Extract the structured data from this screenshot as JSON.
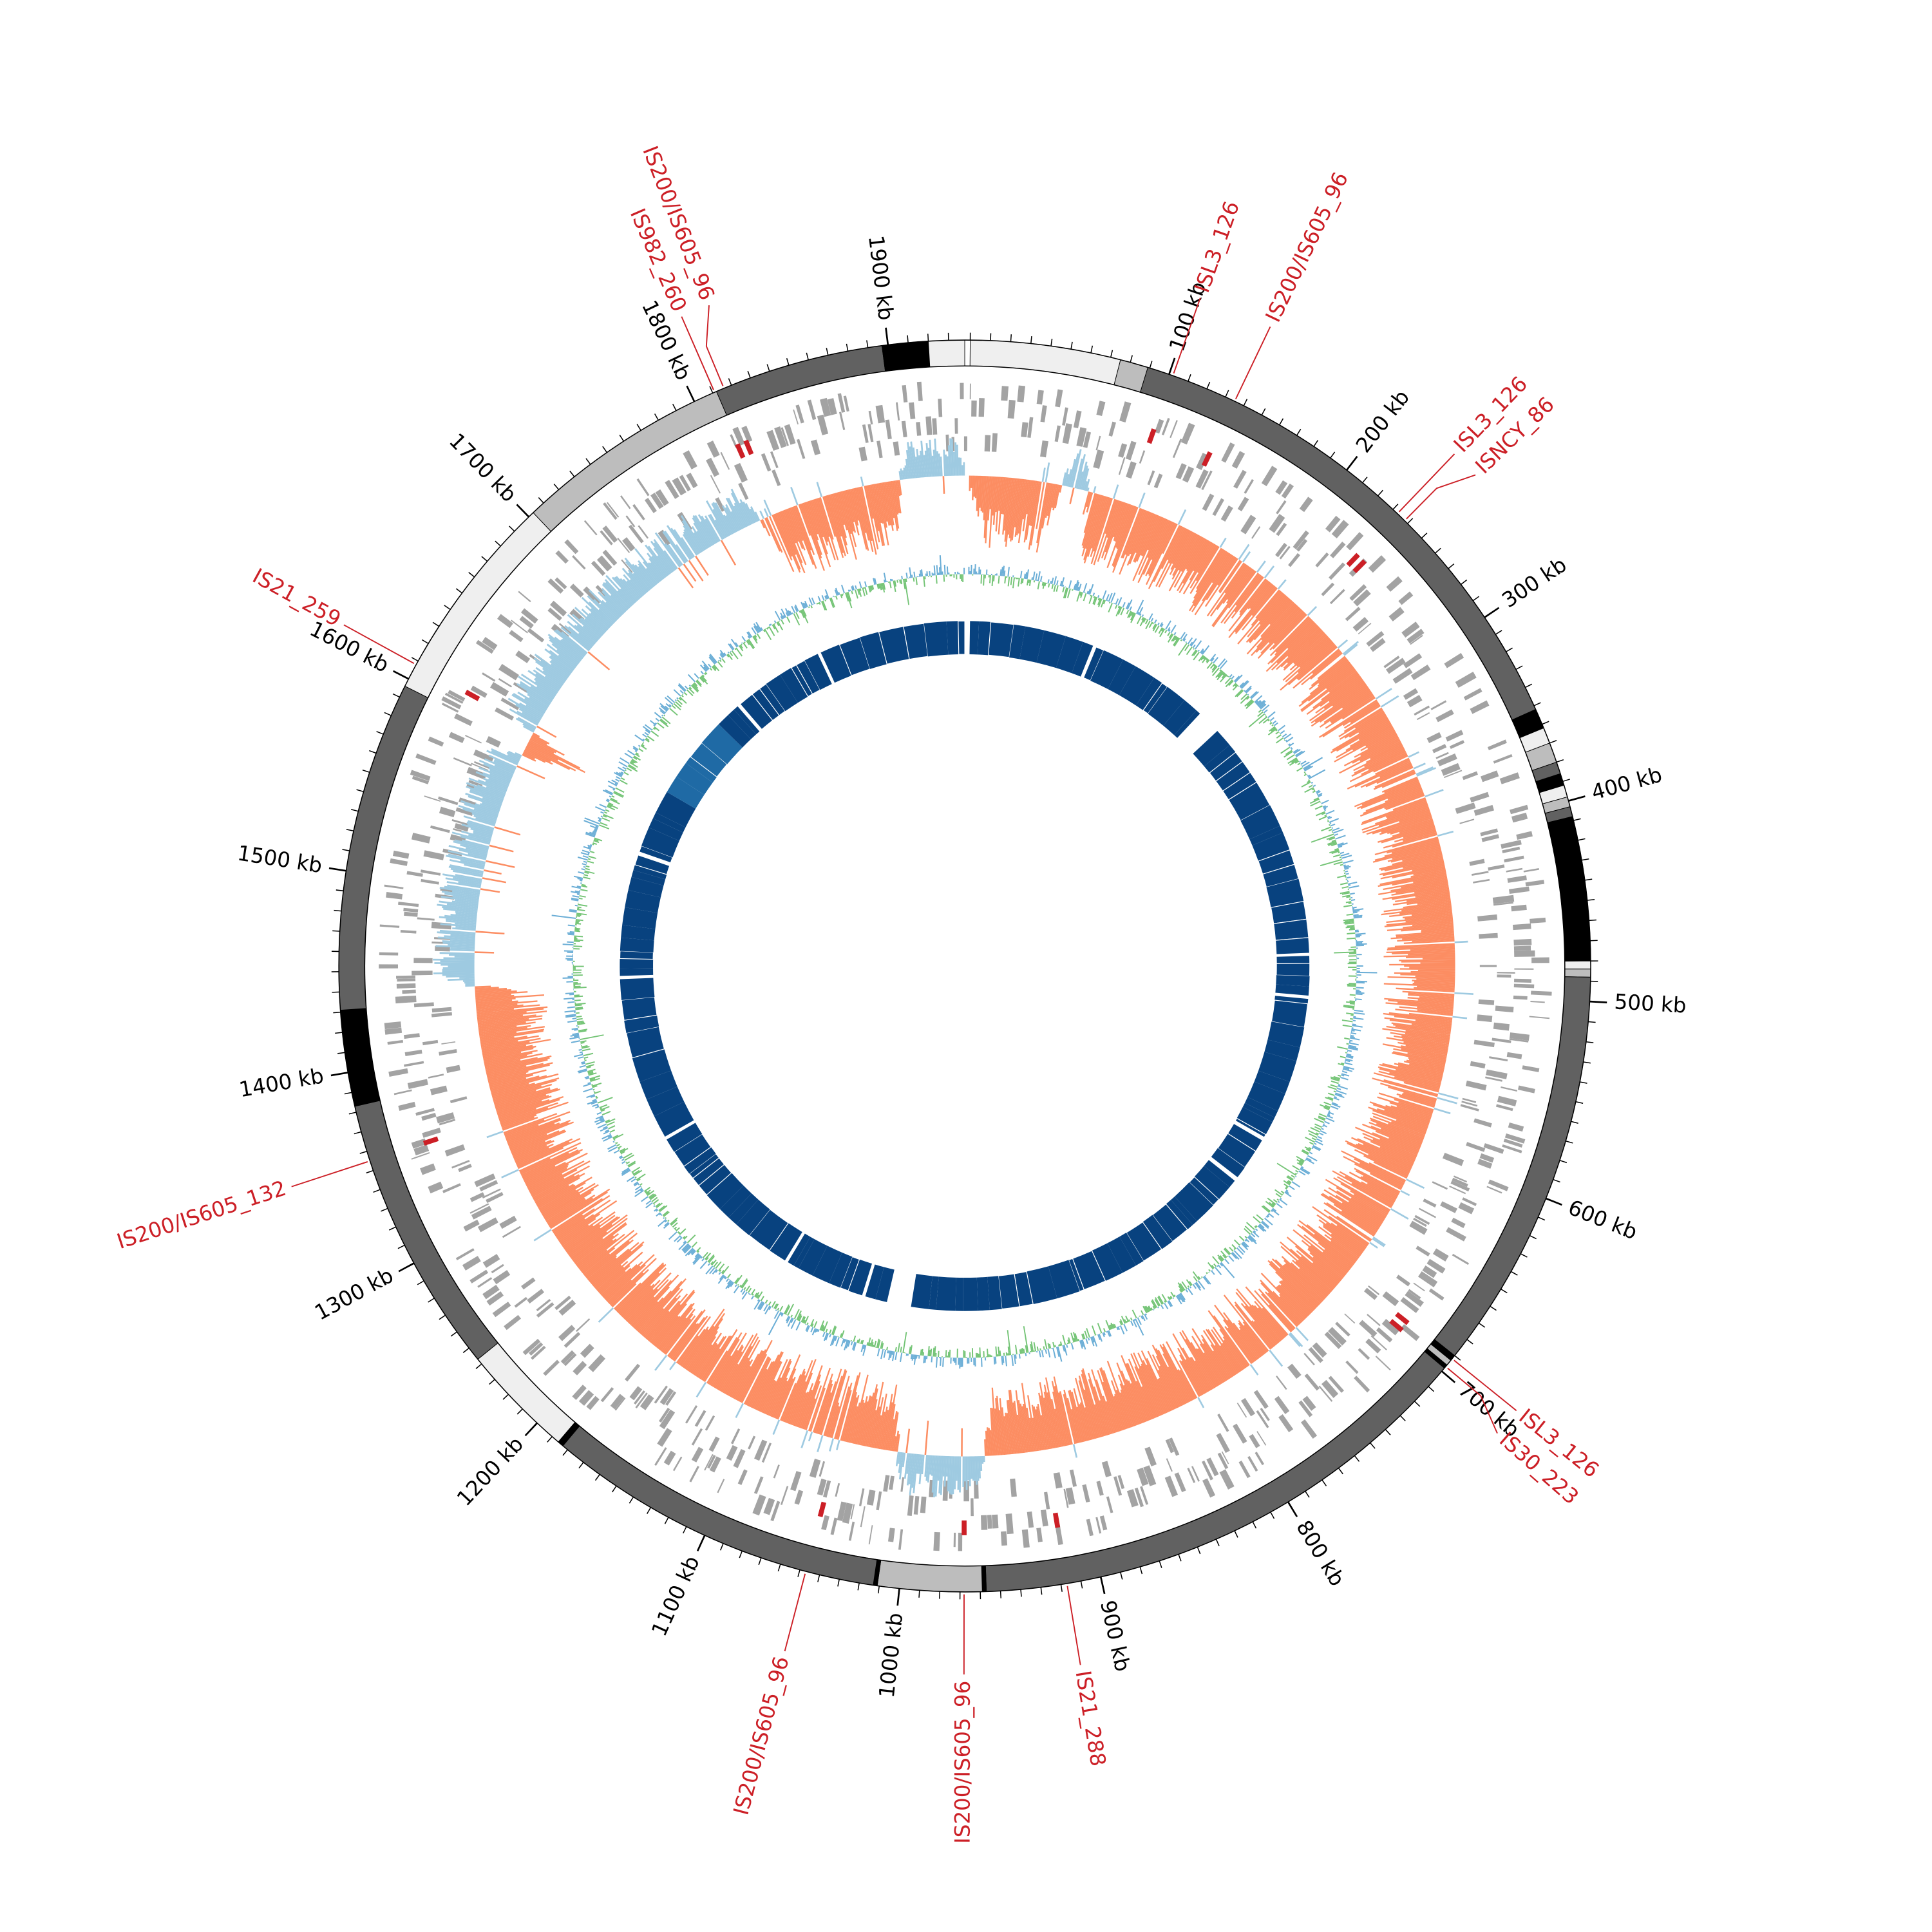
{
  "chart_data": {
    "type": "circular-genome",
    "genome_length_kb": 1938,
    "ticks": {
      "major_every_kb": 100,
      "minor_every_kb": 10,
      "labels": [
        "100 kb",
        "200 kb",
        "300 kb",
        "400 kb",
        "500 kb",
        "600 kb",
        "700 kb",
        "800 kb",
        "900 kb",
        "1000 kb",
        "1100 kb",
        "1200 kb",
        "1300 kb",
        "1400 kb",
        "1500 kb",
        "1600 kb",
        "1700 kb",
        "1800 kb",
        "1900 kb"
      ]
    },
    "colors": {
      "band_dark": "#616161",
      "band_black": "#000000",
      "band_gray": "#bdbdbd",
      "band_light": "#efefef",
      "genes": "#a3a3a3",
      "is_marker": "#cc1f26",
      "gc_skew_negative": "#fc8d62",
      "gc_skew_positive": "#9ecae1",
      "gc_content_low": "#74c476",
      "gc_content_high": "#6baed6",
      "inner_track": "#08427f",
      "inner_track_alt": "#1f6aa5"
    },
    "ideogram_bands": [
      {
        "start": 0,
        "end": 75,
        "color": "band_light"
      },
      {
        "start": 75,
        "end": 89,
        "color": "band_gray"
      },
      {
        "start": 89,
        "end": 352,
        "color": "band_dark"
      },
      {
        "start": 352,
        "end": 362,
        "color": "band_black"
      },
      {
        "start": 362,
        "end": 370,
        "color": "band_light"
      },
      {
        "start": 370,
        "end": 380,
        "color": "band_gray"
      },
      {
        "start": 380,
        "end": 386,
        "color": "band_dark"
      },
      {
        "start": 386,
        "end": 392,
        "color": "band_black"
      },
      {
        "start": 392,
        "end": 398,
        "color": "band_light"
      },
      {
        "start": 398,
        "end": 403,
        "color": "band_gray"
      },
      {
        "start": 403,
        "end": 408,
        "color": "band_dark"
      },
      {
        "start": 408,
        "end": 480,
        "color": "band_black"
      },
      {
        "start": 480,
        "end": 484,
        "color": "band_light"
      },
      {
        "start": 484,
        "end": 488,
        "color": "band_gray"
      },
      {
        "start": 488,
        "end": 690,
        "color": "band_dark"
      },
      {
        "start": 690,
        "end": 693,
        "color": "band_black"
      },
      {
        "start": 693,
        "end": 696,
        "color": "band_gray"
      },
      {
        "start": 696,
        "end": 698,
        "color": "band_black"
      },
      {
        "start": 698,
        "end": 957,
        "color": "band_dark"
      },
      {
        "start": 957,
        "end": 959,
        "color": "band_black"
      },
      {
        "start": 959,
        "end": 1011,
        "color": "band_gray"
      },
      {
        "start": 1011,
        "end": 1013,
        "color": "band_black"
      },
      {
        "start": 1013,
        "end": 1183,
        "color": "band_dark"
      },
      {
        "start": 1183,
        "end": 1186,
        "color": "band_black"
      },
      {
        "start": 1186,
        "end": 1243,
        "color": "band_light"
      },
      {
        "start": 1243,
        "end": 1383,
        "color": "band_dark"
      },
      {
        "start": 1383,
        "end": 1431,
        "color": "band_black"
      },
      {
        "start": 1431,
        "end": 1596,
        "color": "band_dark"
      },
      {
        "start": 1596,
        "end": 1703,
        "color": "band_light"
      },
      {
        "start": 1703,
        "end": 1812,
        "color": "band_gray"
      },
      {
        "start": 1812,
        "end": 1897,
        "color": "band_dark"
      },
      {
        "start": 1897,
        "end": 1920,
        "color": "band_black"
      },
      {
        "start": 1920,
        "end": 1938,
        "color": "band_light"
      }
    ],
    "is_elements": [
      {
        "label": "ISL3_126",
        "kb": 102
      },
      {
        "label": "IS200/IS605_96",
        "kb": 135
      },
      {
        "label": "ISL3_126",
        "kb": 233
      },
      {
        "label": "ISNCY_86",
        "kb": 238
      },
      {
        "label": "ISL3_126",
        "kb": 692
      },
      {
        "label": "IS30_223",
        "kb": 697
      },
      {
        "label": "IS21_288",
        "kb": 917
      },
      {
        "label": "IS200/IS605_96",
        "kb": 968
      },
      {
        "label": "IS200/IS605_96",
        "kb": 1047
      },
      {
        "label": "IS200/IS605_132",
        "kb": 1355
      },
      {
        "label": "IS21_259",
        "kb": 1608
      },
      {
        "label": "IS982_260",
        "kb": 1811
      },
      {
        "label": "IS200/IS605_96",
        "kb": 1816
      }
    ],
    "gc_skew_segments": [
      {
        "start": 0,
        "end": 58,
        "sign": -1
      },
      {
        "start": 58,
        "end": 75,
        "sign": 1
      },
      {
        "start": 75,
        "end": 955,
        "sign": -1
      },
      {
        "start": 955,
        "end": 1010,
        "sign": 1
      },
      {
        "start": 1010,
        "end": 1440,
        "sign": -1
      },
      {
        "start": 1440,
        "end": 1590,
        "sign": 1
      },
      {
        "start": 1590,
        "end": 1605,
        "sign": -1
      },
      {
        "start": 1605,
        "end": 1805,
        "sign": 1
      },
      {
        "start": 1805,
        "end": 1897,
        "sign": -1
      },
      {
        "start": 1897,
        "end": 1938,
        "sign": 1
      }
    ],
    "inner_track_gaps_kb": [
      [
        0,
        2
      ],
      [
        115,
        118
      ],
      [
        229,
        251
      ],
      [
        471,
        473
      ],
      [
        509,
        512
      ],
      [
        643,
        646
      ],
      [
        686,
        690
      ],
      [
        1016,
        1038
      ],
      [
        1058,
        1061
      ],
      [
        1134,
        1137
      ],
      [
        1290,
        1293
      ],
      [
        1441,
        1444
      ],
      [
        1554,
        1557
      ],
      [
        1716,
        1719
      ],
      [
        1802,
        1805
      ]
    ],
    "inner_track_alt_range_kb": [
      1615,
      1680
    ]
  }
}
